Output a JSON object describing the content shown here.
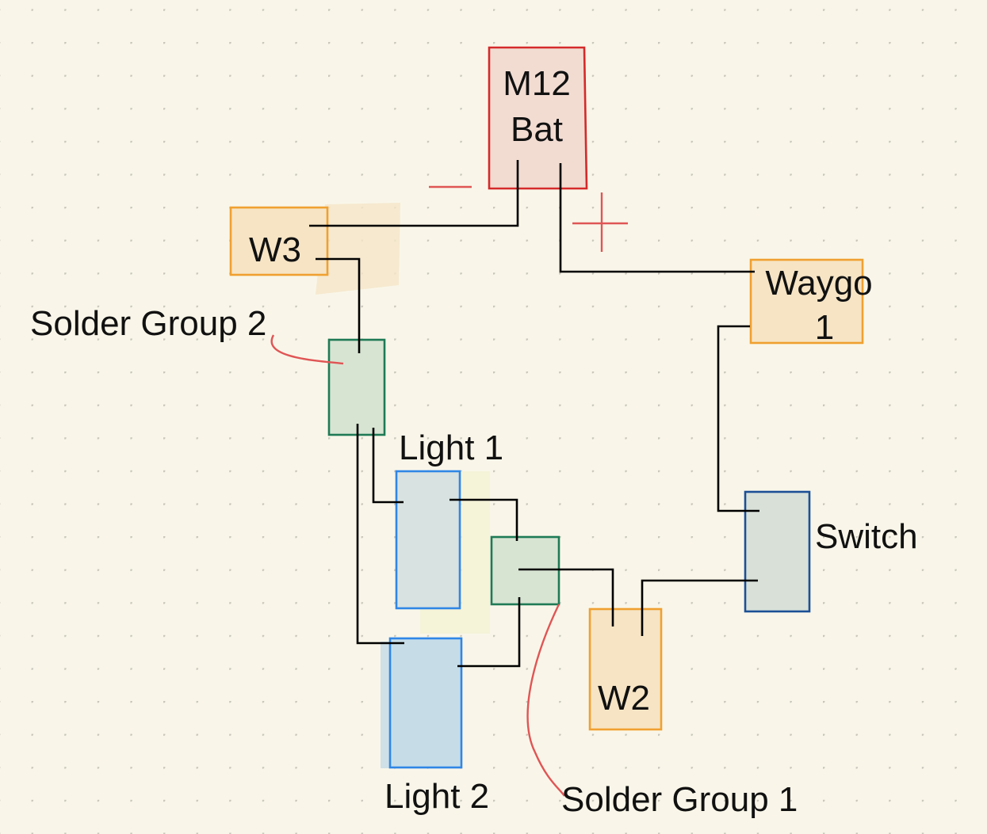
{
  "components": {
    "battery": {
      "line1": "M12",
      "line2": "Bat"
    },
    "w3": "W3",
    "waygo": {
      "line1": "Waygo",
      "line2": "1"
    },
    "switch": "Switch",
    "light1": "Light 1",
    "light2": "Light 2",
    "w2": "W2",
    "solder_group_1": "Solder Group 1",
    "solder_group_2": "Solder Group 2"
  },
  "polarity": {
    "negative": "minus-sign",
    "positive": "plus-sign"
  },
  "colors": {
    "background": "#f9f6e9",
    "battery": "#d42a2a",
    "connector": "#f0a030",
    "solder_group": "#1e7a55",
    "light": "#2f86e6",
    "switch": "#1c4f96",
    "wire": "#000000",
    "annotation": "#e05555"
  }
}
